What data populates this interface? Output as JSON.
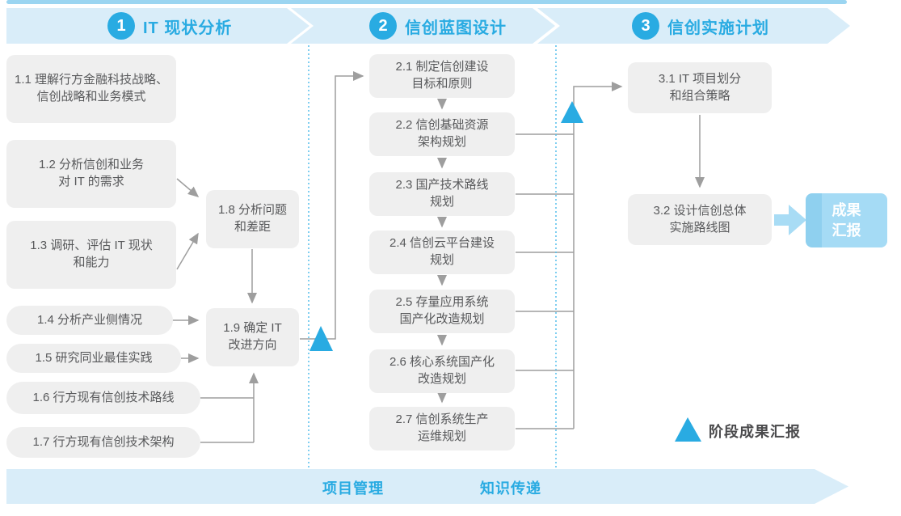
{
  "phases": [
    {
      "number": "1",
      "title": "IT 现状分析",
      "boxes": [
        {
          "text": "1.1 理解行方金融科技战略、\n信创战略和业务模式"
        },
        {
          "text": "1.2 分析信创和业务\n对 IT 的需求"
        },
        {
          "text": "1.3 调研、评估 IT 现状\n和能力"
        },
        {
          "text": "1.4 分析产业侧情况"
        },
        {
          "text": "1.5 研究同业最佳实践"
        },
        {
          "text": "1.6 行方现有信创技术路线"
        },
        {
          "text": "1.7 行方现有信创技术架构"
        },
        {
          "text": "1.8 分析问题\n和差距"
        },
        {
          "text": "1.9 确定 IT\n改进方向"
        }
      ]
    },
    {
      "number": "2",
      "title": "信创蓝图设计",
      "boxes": [
        {
          "text": "2.1 制定信创建设\n目标和原则"
        },
        {
          "text": "2.2 信创基础资源\n架构规划"
        },
        {
          "text": "2.3 国产技术路线\n规划"
        },
        {
          "text": "2.4 信创云平台建设\n规划"
        },
        {
          "text": "2.5 存量应用系统\n国产化改造规划"
        },
        {
          "text": "2.6 核心系统国产化\n改造规划"
        },
        {
          "text": "2.7 信创系统生产\n运维规划"
        }
      ]
    },
    {
      "number": "3",
      "title": "信创实施计划",
      "boxes": [
        {
          "text": "3.1 IT 项目划分\n和组合策略"
        },
        {
          "text": "3.2 设计信创总体\n实施路线图"
        }
      ]
    }
  ],
  "result_box": {
    "text": "成果\n汇报"
  },
  "legend": {
    "label": "阶段成果汇报"
  },
  "bottom_band": {
    "labels": [
      "项目管理",
      "知识传递"
    ]
  },
  "colors": {
    "accent_blue": "#29ABE2",
    "band_bg": "#D9EDF9",
    "box_bg": "#EFEFEF",
    "box_text": "#58595B",
    "result_bg": "#A5DBF5",
    "result_strip": "#8FD0EF",
    "connector_gray": "#9E9E9E",
    "dotted_separator": "#54BEEC"
  }
}
